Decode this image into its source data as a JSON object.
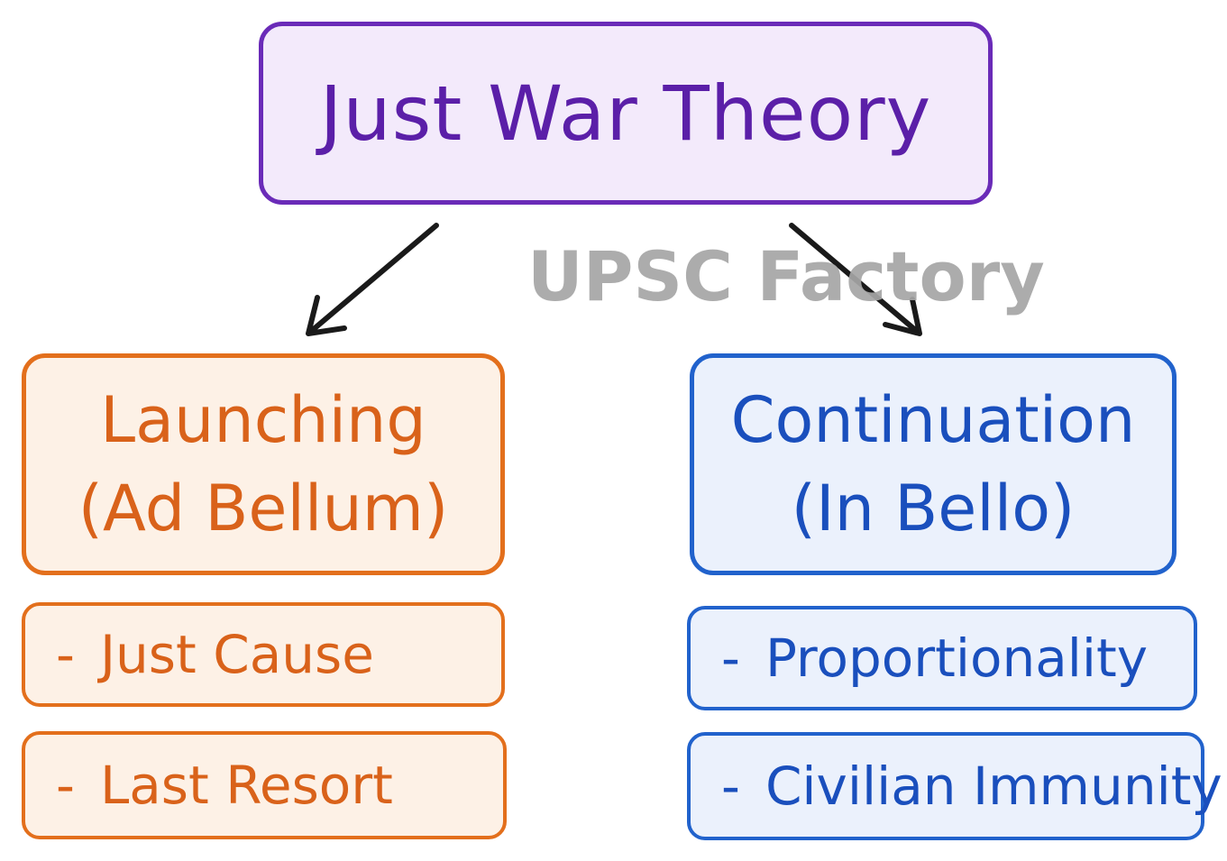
{
  "root": {
    "title": "Just War Theory"
  },
  "watermark": "UPSC Factory",
  "left_branch": {
    "heading_line1": "Launching",
    "heading_line2": "(Ad Bellum)",
    "items": [
      {
        "dash": "-",
        "label": "Just Cause"
      },
      {
        "dash": "-",
        "label": "Last Resort"
      }
    ]
  },
  "right_branch": {
    "heading_line1": "Continuation",
    "heading_line2": "(In Bello)",
    "items": [
      {
        "dash": "-",
        "label": "Proportionality"
      },
      {
        "dash": "-",
        "label": "Civilian Immunity"
      }
    ]
  },
  "colors": {
    "root": "#6a2bb8",
    "left": "#e36f1c",
    "right": "#2162cc",
    "arrows": "#1a1a1a",
    "watermark": "#a6a6a6"
  }
}
